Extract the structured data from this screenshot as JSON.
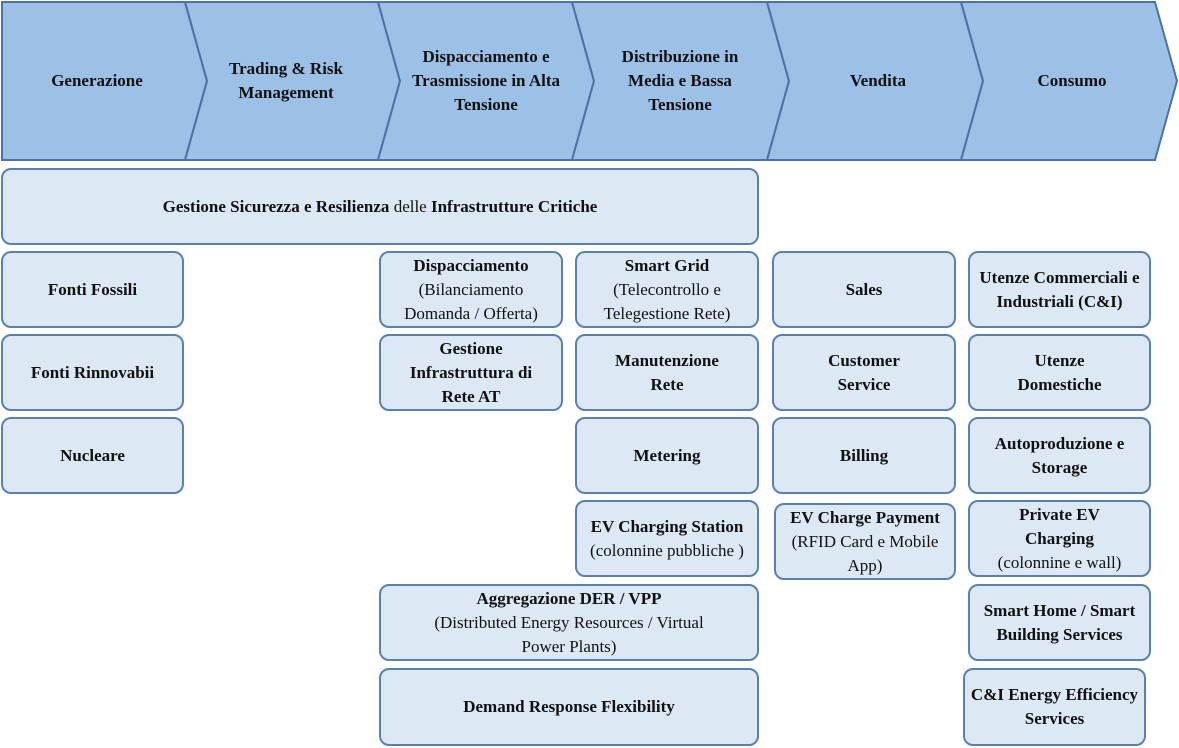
{
  "colors": {
    "chevron_fill": "#9dc1e6",
    "chevron_stroke": "#4a72a6",
    "box_fill": "#dde8f5",
    "box_stroke": "#5a80b0"
  },
  "stages": [
    {
      "label": "Generazione"
    },
    {
      "label": "Trading & Risk Management"
    },
    {
      "label": "Dispacciamento e Trasmissione in Alta Tensione"
    },
    {
      "label": "Distribuzione in Media e Bassa Tensione"
    },
    {
      "label": "Vendita"
    },
    {
      "label": "Consumo"
    }
  ],
  "banner": {
    "bold1": "Gestione Sicurezza e Resilienza",
    "normal": " delle ",
    "bold2": "Infrastrutture Critiche"
  },
  "generazione": {
    "fossili": "Fonti Fossili",
    "rinnovabili": "Fonti Rinnovabii",
    "nucleare": "Nucleare"
  },
  "dispacciamento": {
    "disp_title": "Dispacciamento",
    "disp_sub": "(Bilanciamento Domanda / Offerta)",
    "gestione": "Gestione Infrastruttura di Rete AT"
  },
  "distribuzione": {
    "smart_title": "Smart Grid",
    "smart_sub": "(Telecontrollo e Telegestione Rete)",
    "manutenzione": "Manutenzione Rete",
    "metering": "Metering",
    "ev_bold": "EV Charging Station",
    "ev_normal": " (colonnine pubbliche )"
  },
  "der": {
    "title": "Aggregazione DER / VPP",
    "sub": "(Distributed Energy Resources / Virtual Power Plants)",
    "demand": "Demand Response Flexibility"
  },
  "vendita": {
    "sales": "Sales",
    "customer": "Customer Service",
    "billing": "Billing",
    "ev_bold": "EV Charge Payment",
    "ev_normal": " (RFID Card e Mobile App)"
  },
  "consumo": {
    "ci": "Utenze Commerciali e Industriali (C&I)",
    "domestiche": "Utenze Domestiche",
    "autoproduzione": "Autoproduzione e Storage",
    "private_bold": "Private EV Charging",
    "private_normal": "(colonnine e wall)",
    "smart_home": "Smart Home / Smart Building Services",
    "ci_efficiency": "C&I Energy Efficiency Services"
  }
}
